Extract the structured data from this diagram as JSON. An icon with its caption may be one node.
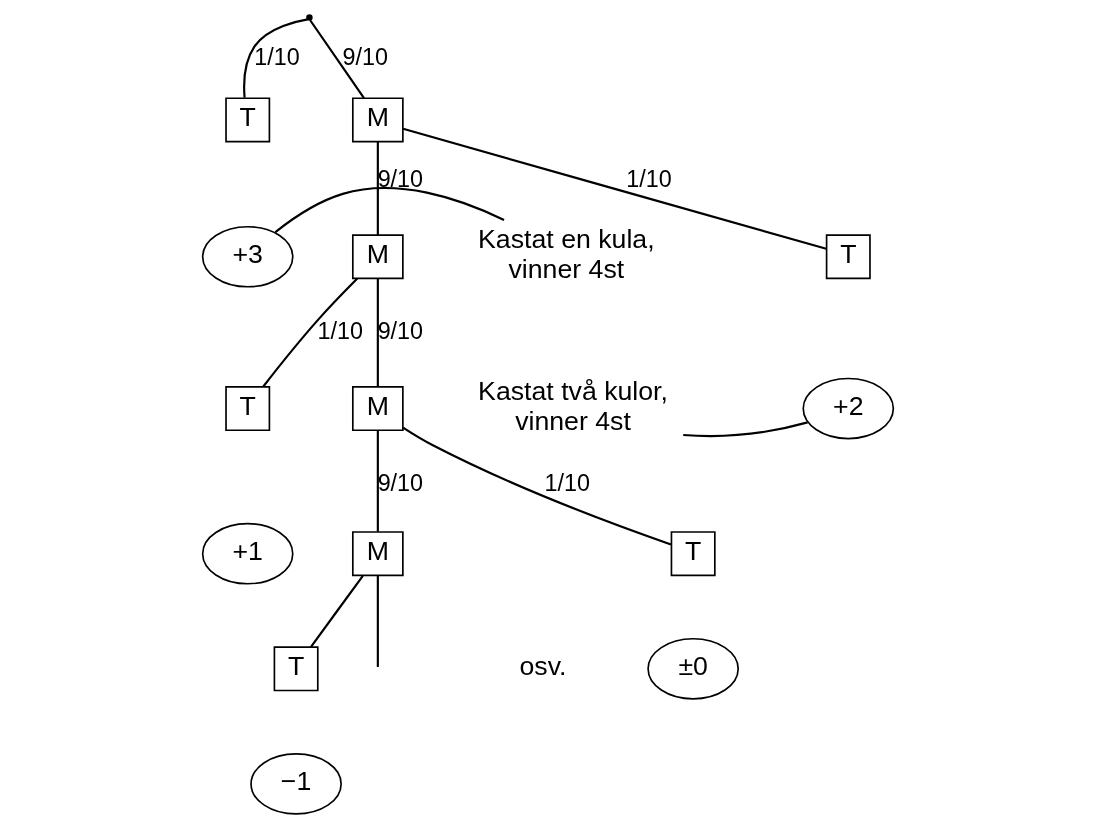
{
  "diagram": {
    "nodes": [
      {
        "text": [],
        "shape": "point"
      },
      {
        "text": [
          "T"
        ]
      },
      {
        "text": [
          "M"
        ]
      },
      {
        "text": [
          "+3"
        ]
      },
      {
        "text": [
          "Kastat en kula, vinner 4st"
        ]
      },
      {
        "text": [
          "T"
        ]
      },
      {
        "text": [
          "M"
        ]
      },
      {
        "text": [
          "+2"
        ]
      },
      {
        "text": [
          "Kastat två kulor, vinner 4st"
        ]
      },
      {
        "text": [
          "T"
        ]
      },
      {
        "text": [
          "M"
        ]
      },
      {
        "text": [
          "+1"
        ]
      },
      {
        "text": [
          "T"
        ]
      },
      {
        "text": [
          "M"
        ]
      },
      {
        "text": [
          "±0"
        ]
      },
      {
        "text": [
          "T"
        ]
      },
      {
        "text": [
          "−1"
        ]
      }
    ],
    "edges": [
      {
        "from": 0,
        "to": 1,
        "arrow": "none",
        "label": "1/10"
      },
      {
        "from": 0,
        "to": 2,
        "arrow": "none",
        "label": "9/10"
      },
      {
        "from": 2,
        "to": 5,
        "arrow": "none",
        "label": "1/10"
      },
      {
        "from": 2,
        "to": 6,
        "arrow": "none",
        "label": "9/10"
      },
      {
        "from": 6,
        "to": 9,
        "arrow": "none",
        "label": "1/10"
      },
      {
        "from": 6,
        "to": 10,
        "arrow": "none",
        "label": "9/10"
      },
      {
        "from": 10,
        "to": 12,
        "arrow": "none",
        "label": "1/10"
      },
      {
        "from": 10,
        "to": 13,
        "arrow": "none",
        "label": "9/10"
      },
      {
        "from": 13,
        "to": 15,
        "arrow": "none"
      },
      {
        "from": 13,
        "to": null,
        "arrow": "none"
      },
      {
        "from": 4,
        "to": 3,
        "arrow": "none"
      },
      {
        "from": 8,
        "to": 7,
        "arrow": "none"
      }
    ],
    "labels": [
      "osv."
    ]
  }
}
